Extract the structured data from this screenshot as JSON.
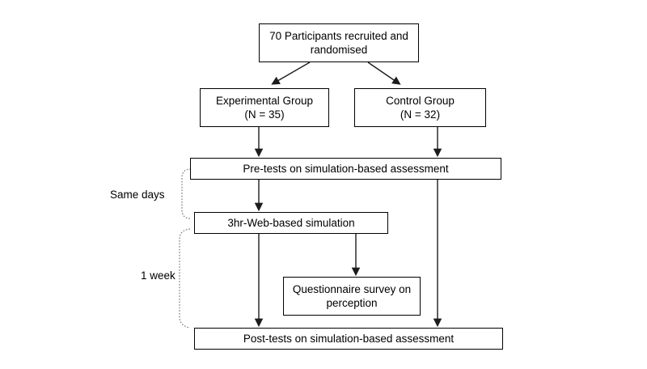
{
  "diagram": {
    "nodes": {
      "recruited": {
        "label": "70 Participants recruited and randomised"
      },
      "experimental": {
        "label": "Experimental Group",
        "sublabel": "(N = 35)"
      },
      "control": {
        "label": "Control Group",
        "sublabel": "(N = 32)"
      },
      "pretest": {
        "label": "Pre-tests on simulation-based assessment"
      },
      "simulation": {
        "label": "3hr-Web-based simulation"
      },
      "questionnaire": {
        "label": "Questionnaire survey on perception"
      },
      "posttest": {
        "label": "Post-tests on simulation-based assessment"
      }
    },
    "annotations": {
      "same_days": "Same days",
      "one_week": "1 week"
    },
    "colors": {
      "background": "#ffffff",
      "box_border": "#000000",
      "text": "#000000",
      "arrow": "#1c1c1c",
      "brace": "#808080"
    }
  }
}
